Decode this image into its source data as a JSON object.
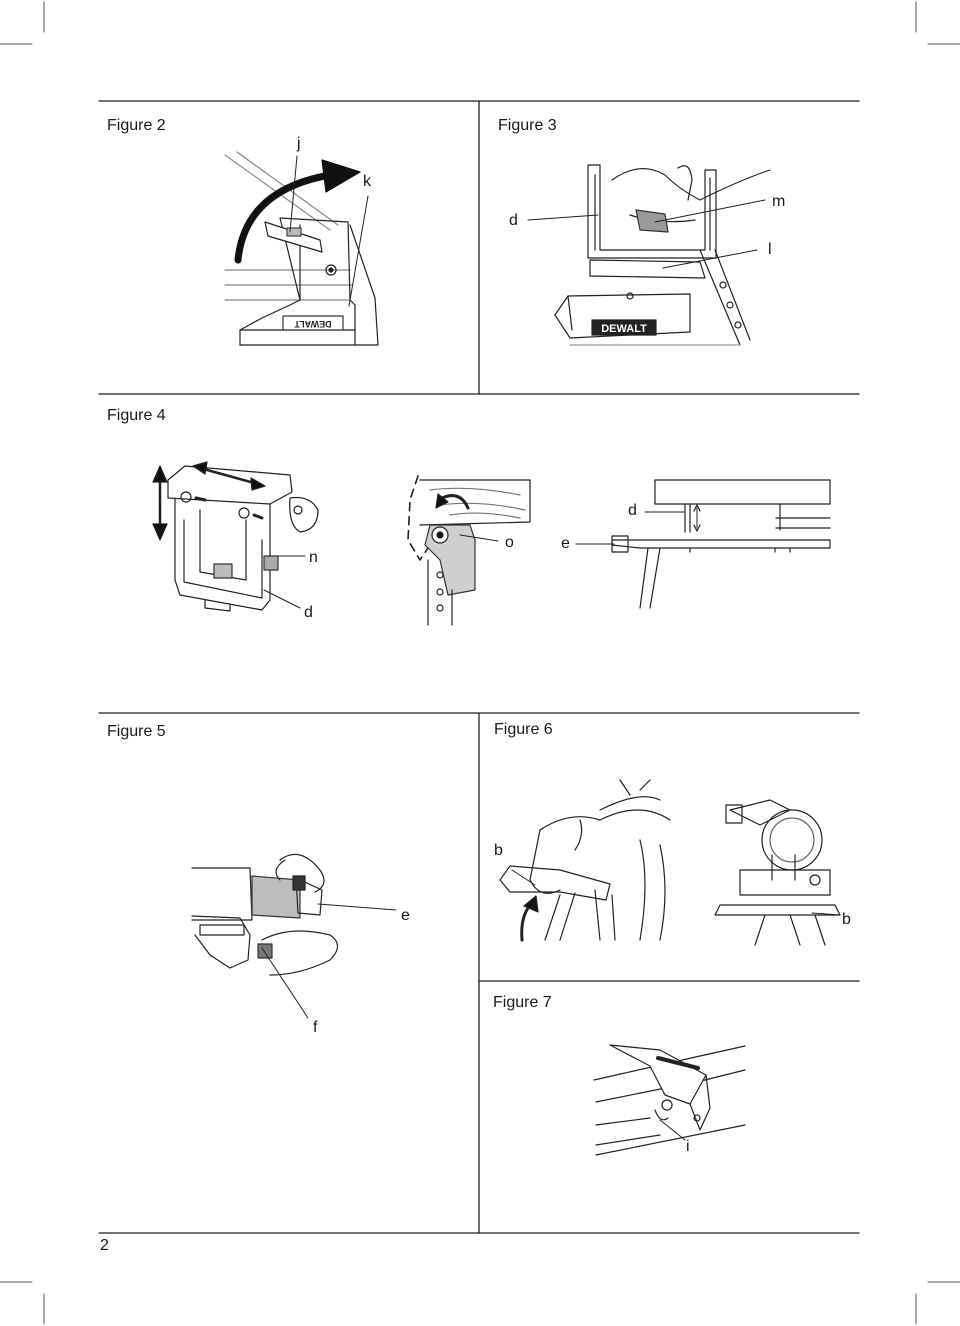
{
  "page": {
    "number": "2"
  },
  "figures": {
    "figure2": {
      "title": "Figure 2",
      "labels": {
        "j": "j",
        "k": "k"
      },
      "logo": "DEWALT"
    },
    "figure3": {
      "title": "Figure 3",
      "labels": {
        "d": "d",
        "m": "m",
        "l": "l"
      },
      "logo": "DEWALT"
    },
    "figure4": {
      "title": "Figure 4",
      "labels": {
        "n": "n",
        "d1": "d",
        "o": "o",
        "e": "e",
        "d2": "d"
      }
    },
    "figure5": {
      "title": "Figure 5",
      "labels": {
        "e": "e",
        "f": "f"
      }
    },
    "figure6": {
      "title": "Figure 6",
      "labels": {
        "b1": "b",
        "b2": "b"
      }
    },
    "figure7": {
      "title": "Figure 7",
      "labels": {
        "i": "i"
      }
    }
  }
}
